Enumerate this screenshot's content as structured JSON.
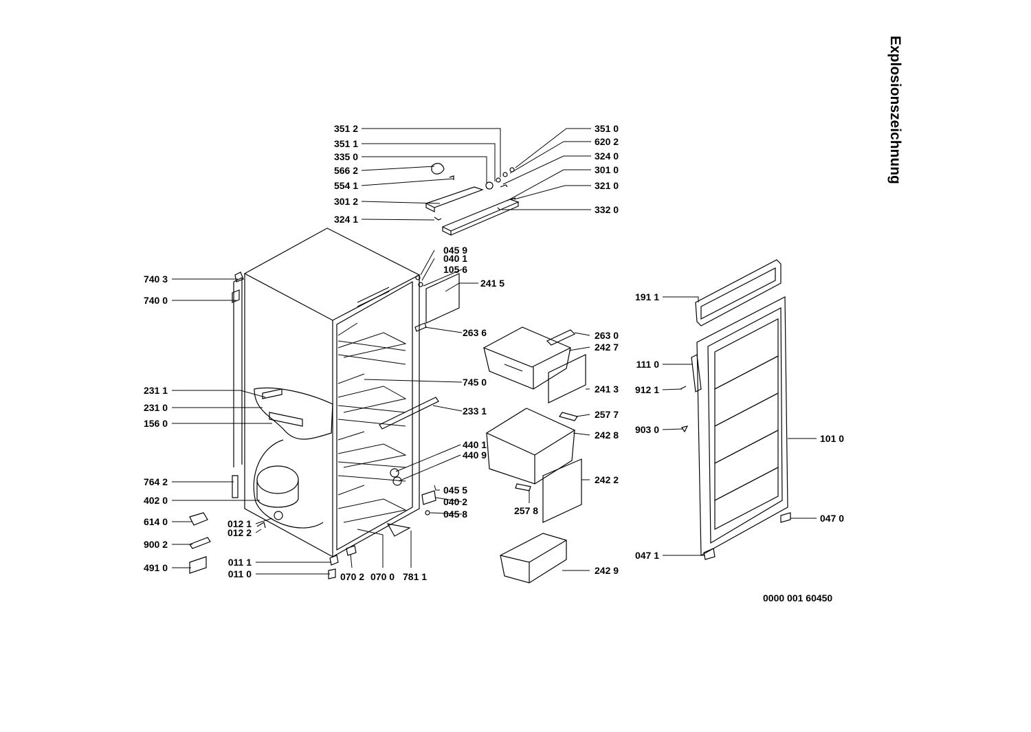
{
  "title": "Explosionszeichnung",
  "document_number": "0000 001 60450",
  "parts": [
    "351 2",
    "351 1",
    "335 0",
    "566 2",
    "554 1",
    "301 2",
    "324 1",
    "351 0",
    "620 2",
    "324 0",
    "301 0",
    "321 0",
    "332 0",
    "045 9",
    "040 1",
    "105 6",
    "241 5",
    "263 6",
    "745 0",
    "233 1",
    "440 1",
    "440 9",
    "045 5",
    "040 2",
    "045 8",
    "740 3",
    "740 0",
    "231 1",
    "231 0",
    "156 0",
    "764 2",
    "402 0",
    "614 0",
    "900 2",
    "491 0",
    "012 1",
    "012 2",
    "011 1",
    "011 0",
    "070 2",
    "070 0",
    "781 1",
    "263 0",
    "242 7",
    "241 3",
    "257 7",
    "242 8",
    "242 2",
    "257 8",
    "242 9",
    "191 1",
    "111 0",
    "912 1",
    "903 0",
    "101 0",
    "047 0",
    "047 1"
  ]
}
